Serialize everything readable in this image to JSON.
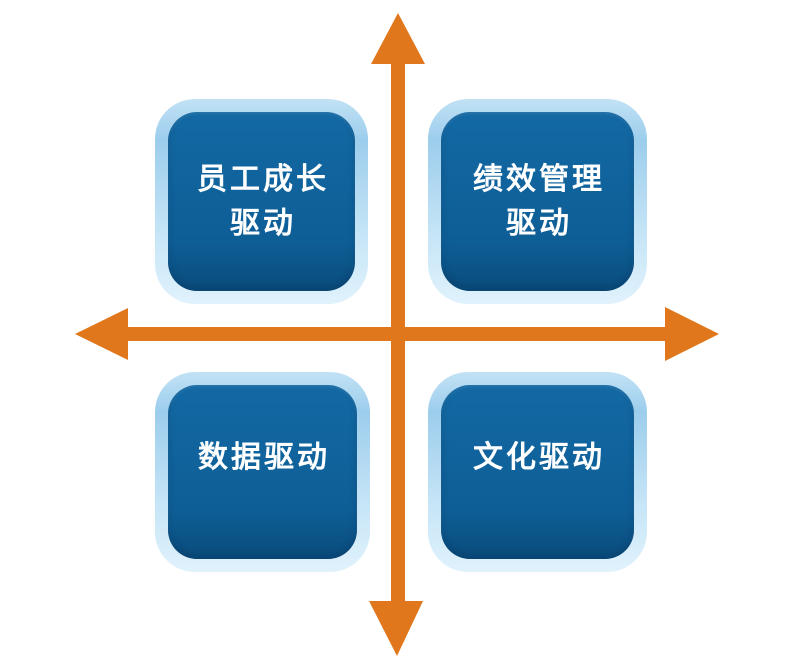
{
  "canvas": {
    "background": "#FFFFFF"
  },
  "axes": {
    "type": "cross",
    "color": "#E0771C",
    "arrowheads": [
      "up",
      "down",
      "left",
      "right"
    ]
  },
  "quadrants": [
    {
      "position": "top-left",
      "lines": [
        "员工成长",
        "驱动"
      ]
    },
    {
      "position": "top-right",
      "lines": [
        "绩效管理",
        "驱动"
      ]
    },
    {
      "position": "bottom-left",
      "lines": [
        "数据驱动"
      ]
    },
    {
      "position": "bottom-right",
      "lines": [
        "文化驱动"
      ]
    }
  ],
  "colors": {
    "accent": "#E0771C",
    "box-fill-top": "#1369A4",
    "box-fill-bottom": "#0E5E96",
    "box-rim": "#0A4C7C",
    "border-a": "#C2E2F5",
    "border-b": "#9CCDEC",
    "border-c": "#C6E5F7",
    "border-d": "#E0F2FC",
    "label": "#FFFFFF",
    "background": "#FFFFFF"
  }
}
